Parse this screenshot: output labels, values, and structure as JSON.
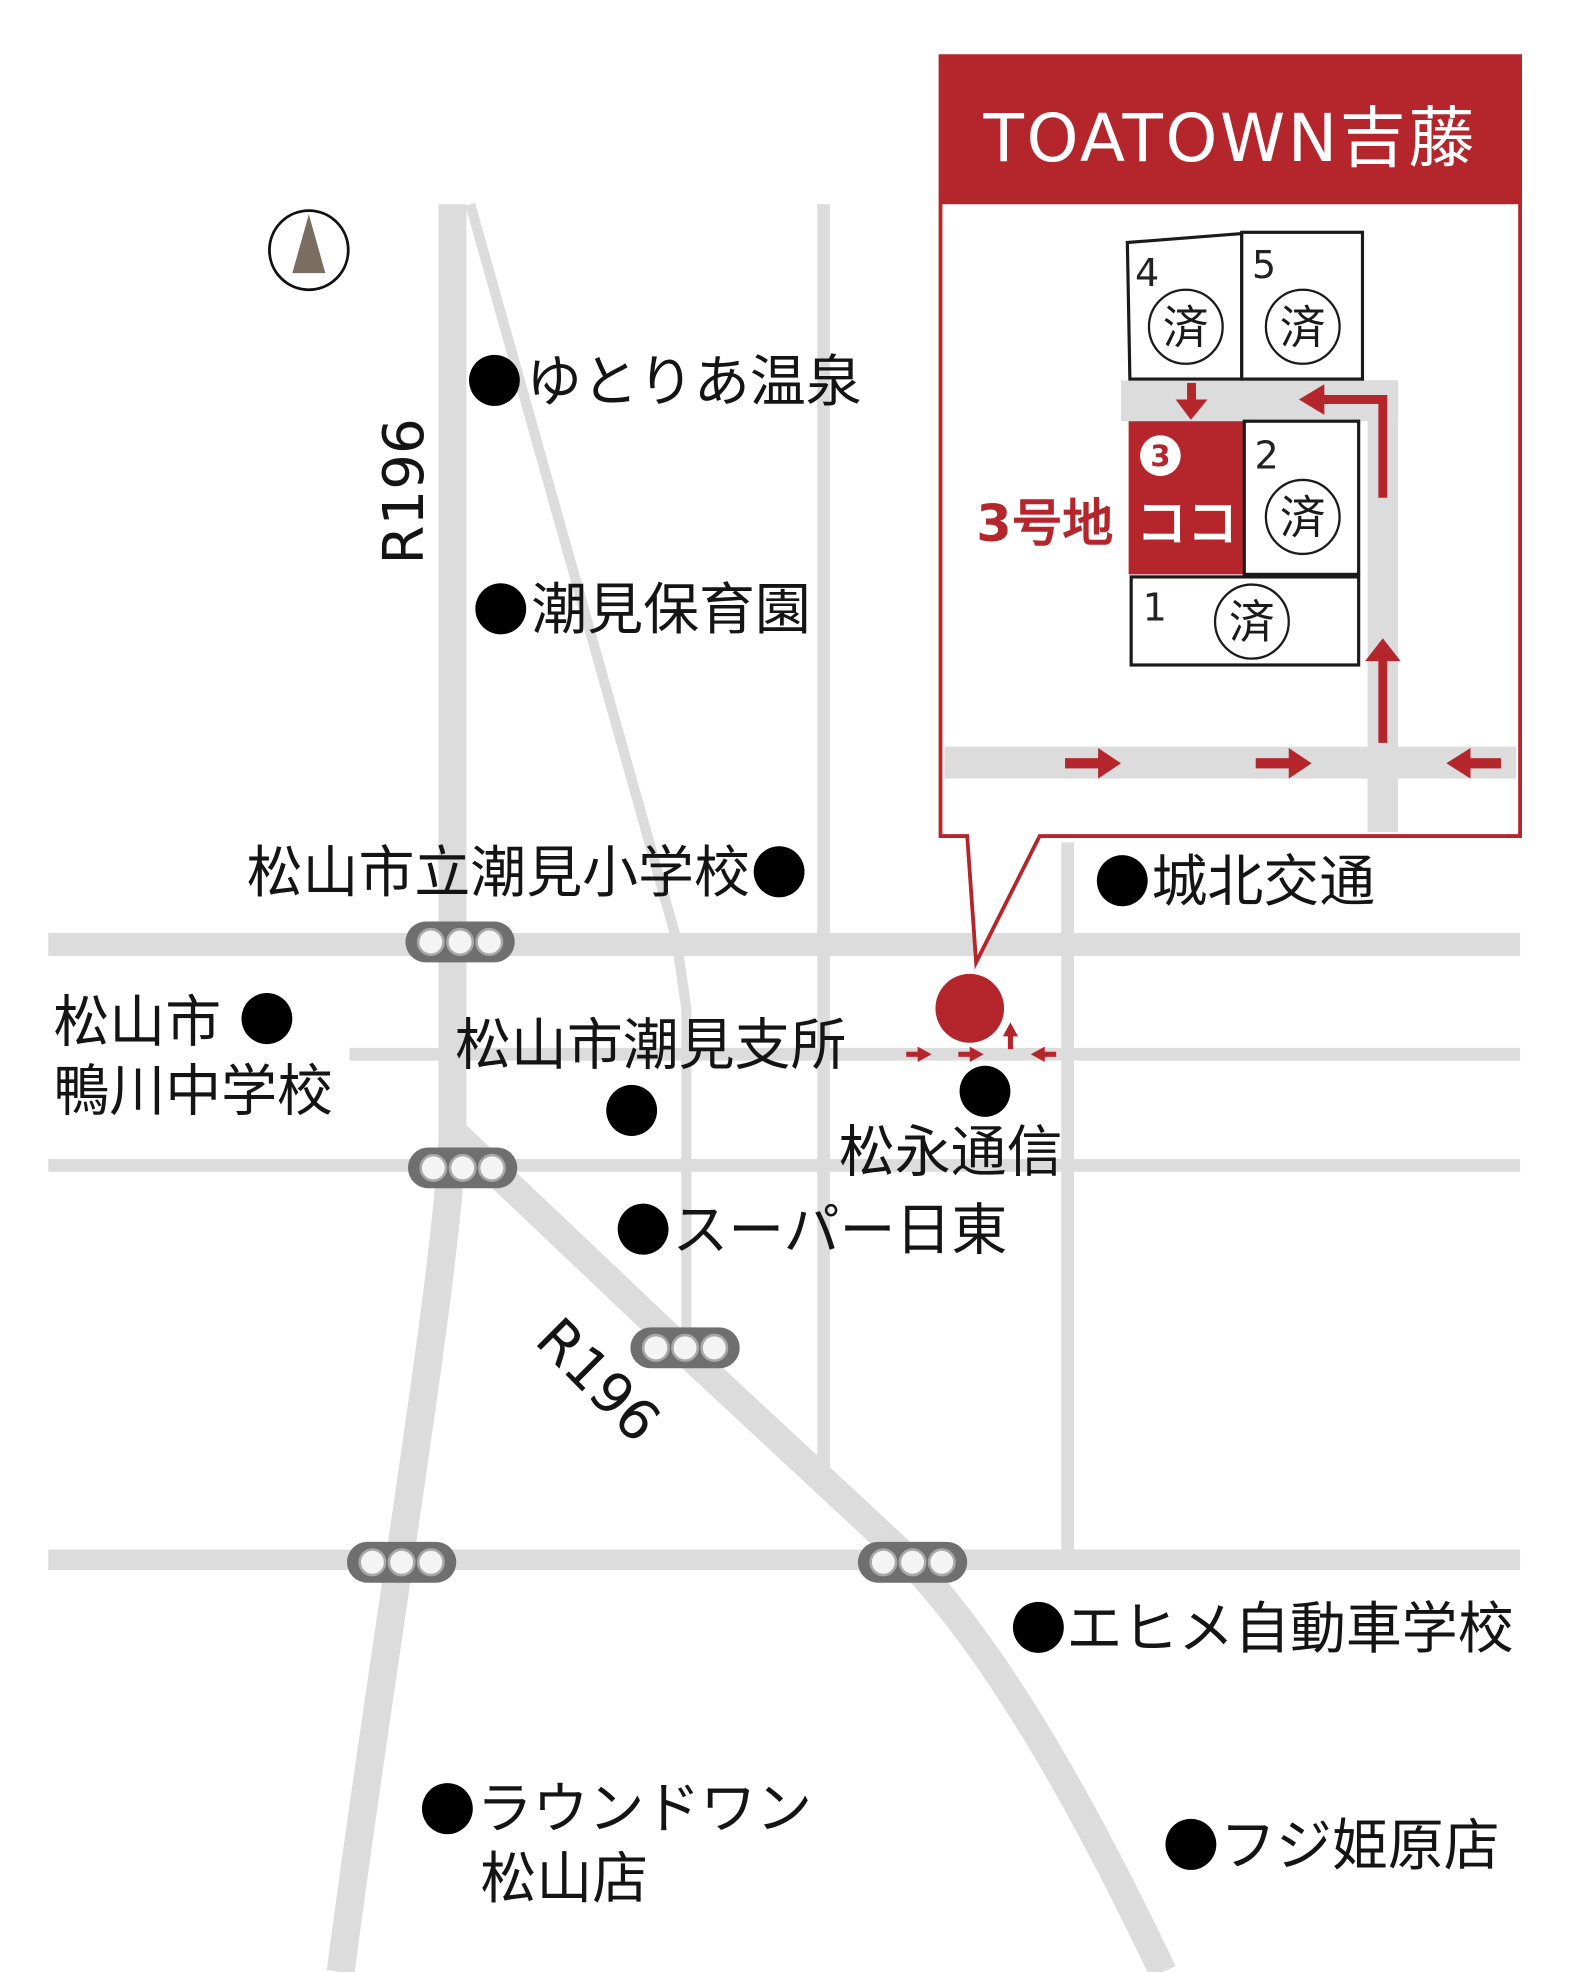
{
  "map": {
    "colors": {
      "accent": "#b5262c",
      "road": "#dcdcdc",
      "north": "#7a6e60",
      "signal": "#6f6f6f"
    },
    "north_icon": "north-arrow-icon",
    "signal_icon": "traffic-signal-icon",
    "route_labels": [
      "R196",
      "R196"
    ],
    "landmarks": [
      {
        "name": "ゆとりあ温泉"
      },
      {
        "name": "潮見保育園"
      },
      {
        "name": "松山市立潮見小学校"
      },
      {
        "name": "城北交通"
      },
      {
        "lines": [
          "松山市",
          "鴨川中学校"
        ]
      },
      {
        "name": "松山市潮見支所"
      },
      {
        "name": "松永通信"
      },
      {
        "name": "スーパー日東"
      },
      {
        "name": "エヒメ自動車学校"
      },
      {
        "lines": [
          "ラウンドワン",
          "松山店"
        ]
      },
      {
        "name": "フジ姫原店"
      }
    ]
  },
  "callout": {
    "title": "TOATOWN吉藤",
    "site_label": "3号地",
    "here_label": "ココ",
    "lots": [
      {
        "number": "1",
        "status": "済"
      },
      {
        "number": "2",
        "status": "済"
      },
      {
        "number": "3"
      },
      {
        "number": "4",
        "status": "済"
      },
      {
        "number": "5",
        "status": "済"
      }
    ]
  }
}
